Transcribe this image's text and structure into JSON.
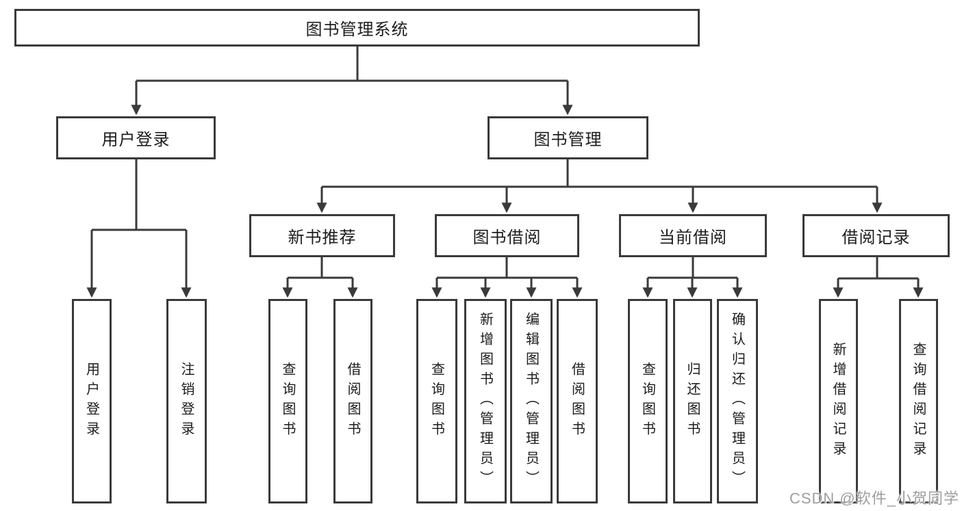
{
  "colors": {
    "background": "#ffffff",
    "line": "#3a3a3a",
    "box_border": "#3a3a3a",
    "box_fill": "#ffffff",
    "text": "#1c1c1c",
    "watermark_text": "#9e9e9e"
  },
  "tree": {
    "root": {
      "label": "图书管理系统"
    },
    "branches": [
      {
        "label": "用户登录",
        "children": [
          "用户登录",
          "注销登录"
        ]
      },
      {
        "label": "图书管理",
        "children": [
          {
            "label": "新书推荐",
            "children": [
              "查询图书",
              "借阅图书"
            ]
          },
          {
            "label": "图书借阅",
            "children": [
              "查询图书",
              "新增图书（管理员）",
              "编辑图书（管理员）",
              "借阅图书"
            ]
          },
          {
            "label": "当前借阅",
            "children": [
              "查询图书",
              "归还图书",
              "确认归还（管理员）"
            ]
          },
          {
            "label": "借阅记录",
            "children": [
              "新增借阅记录",
              "查询借阅记录"
            ]
          }
        ]
      }
    ]
  },
  "watermark": {
    "label": "CSDN @软件_小贺同学"
  }
}
